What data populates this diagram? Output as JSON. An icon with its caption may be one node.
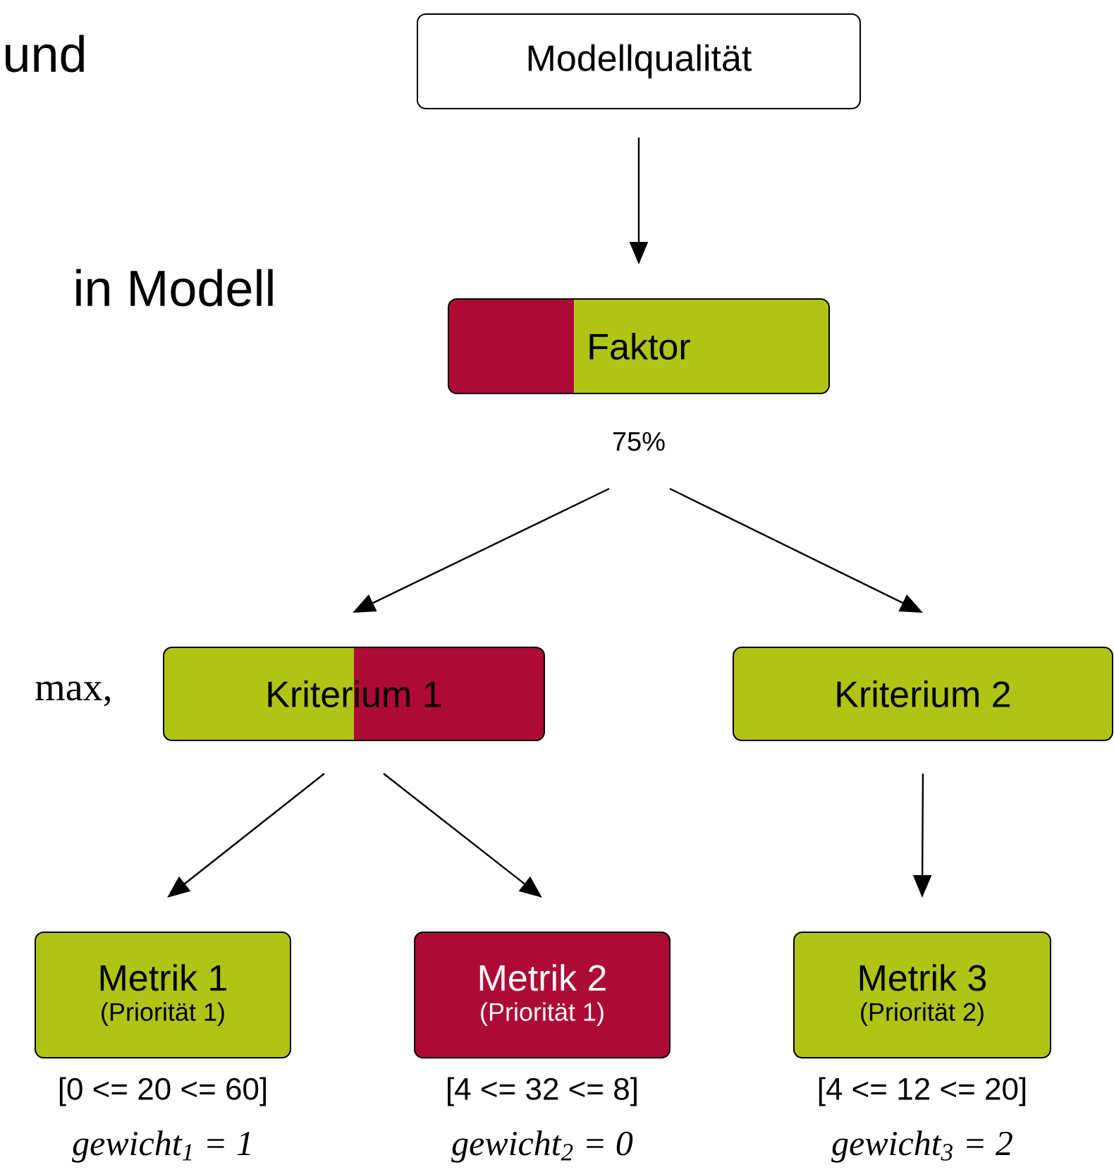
{
  "diagram": {
    "nodes": [
      {
        "text": [
          "Modellqualität"
        ]
      },
      {
        "text": [
          "Faktor"
        ],
        "beside": [
          "75%"
        ]
      },
      {
        "text": [
          "Kriterium 1"
        ]
      },
      {
        "text": [
          "Kriterium 2"
        ]
      },
      {
        "text": [
          "Metrik 1",
          "(Priorität 1)"
        ],
        "beside": [
          "[0 <= 20 <= 60]",
          "gewicht$_{1}$ = 1"
        ]
      },
      {
        "text": [
          "Metrik 2",
          "(Priorität 1)"
        ],
        "beside": [
          "[4 <= 32 <= 8]",
          "gewicht$_{2}$ = 0"
        ]
      },
      {
        "text": [
          "Metrik 3",
          "(Priorität 2)"
        ],
        "beside": [
          "[4 <= 12 <= 20]",
          "gewicht$_{3}$ = 2"
        ]
      }
    ],
    "edges": [
      {
        "from": 0,
        "to": 1,
        "arrow": "to"
      },
      {
        "from": 1,
        "to": 2,
        "arrow": "to"
      },
      {
        "from": 1,
        "to": 3,
        "arrow": "to"
      },
      {
        "from": 2,
        "to": 4,
        "arrow": "to"
      },
      {
        "from": 2,
        "to": 5,
        "arrow": "to"
      },
      {
        "from": 3,
        "to": 6,
        "arrow": "to"
      }
    ],
    "labels": [
      "und",
      "in Modell",
      "max,"
    ]
  }
}
